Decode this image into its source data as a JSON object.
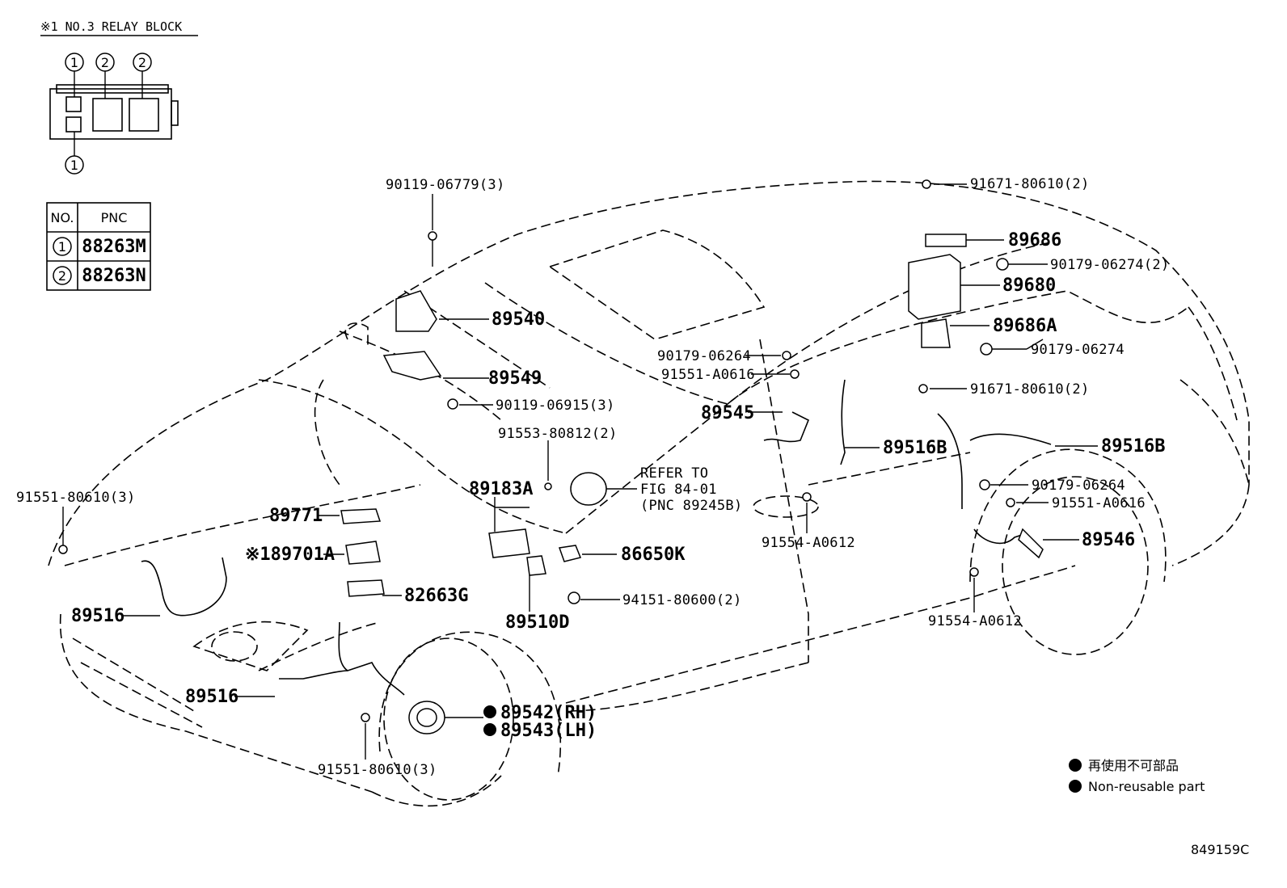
{
  "diagram_code": "849159C",
  "relay_block": {
    "title": "※1 NO.3 RELAY BLOCK",
    "markers": [
      "1",
      "2",
      "2",
      "1"
    ]
  },
  "pnc_table": {
    "headers": [
      "NO.",
      "PNC"
    ],
    "rows": [
      {
        "no": "1",
        "pnc": "88263M"
      },
      {
        "no": "2",
        "pnc": "88263N"
      }
    ]
  },
  "part_labels": {
    "p90119_06779": "90119-06779(3)",
    "p89540": "89540",
    "p89549": "89549",
    "p90119_06915": "90119-06915(3)",
    "p91553_80812": "91553-80812(2)",
    "p89183A": "89183A",
    "refer_line1": "REFER TO",
    "refer_line2": "FIG 84-01",
    "refer_line3": "(PNC 89245B)",
    "p89771": "89771",
    "p89701A": "※189701A",
    "p86650K": "86650K",
    "p82663G": "82663G",
    "p94151_80600": "94151-80600(2)",
    "p89510D": "89510D",
    "p91551_80610_left": "91551-80610(3)",
    "p89516_a": "89516",
    "p89516_b": "89516",
    "p89542": "89542(RH)",
    "p89543": "89543(LH)",
    "p91551_80610_bottom": "91551-80610(3)",
    "p91671_80610_top": "91671-80610(2)",
    "p89686": "89686",
    "p90179_06274_2": "90179-06274(2)",
    "p89680": "89680",
    "p89686A": "89686A",
    "p90179_06274": "90179-06274",
    "p90179_06264_top": "90179-06264",
    "p91551_A0616_top": "91551-A0616",
    "p91671_80610_mid": "91671-80610(2)",
    "p89545": "89545",
    "p89516B_mid": "89516B",
    "p89516B_right": "89516B",
    "p90179_06264_right": "90179-06264",
    "p91551_A0616_right": "91551-A0616",
    "p91554_A0612_mid": "91554-A0612",
    "p89546": "89546",
    "p91554_A0612_right": "91554-A0612"
  },
  "legend": {
    "japanese": "再使用不可部品",
    "english": "Non-reusable part"
  }
}
